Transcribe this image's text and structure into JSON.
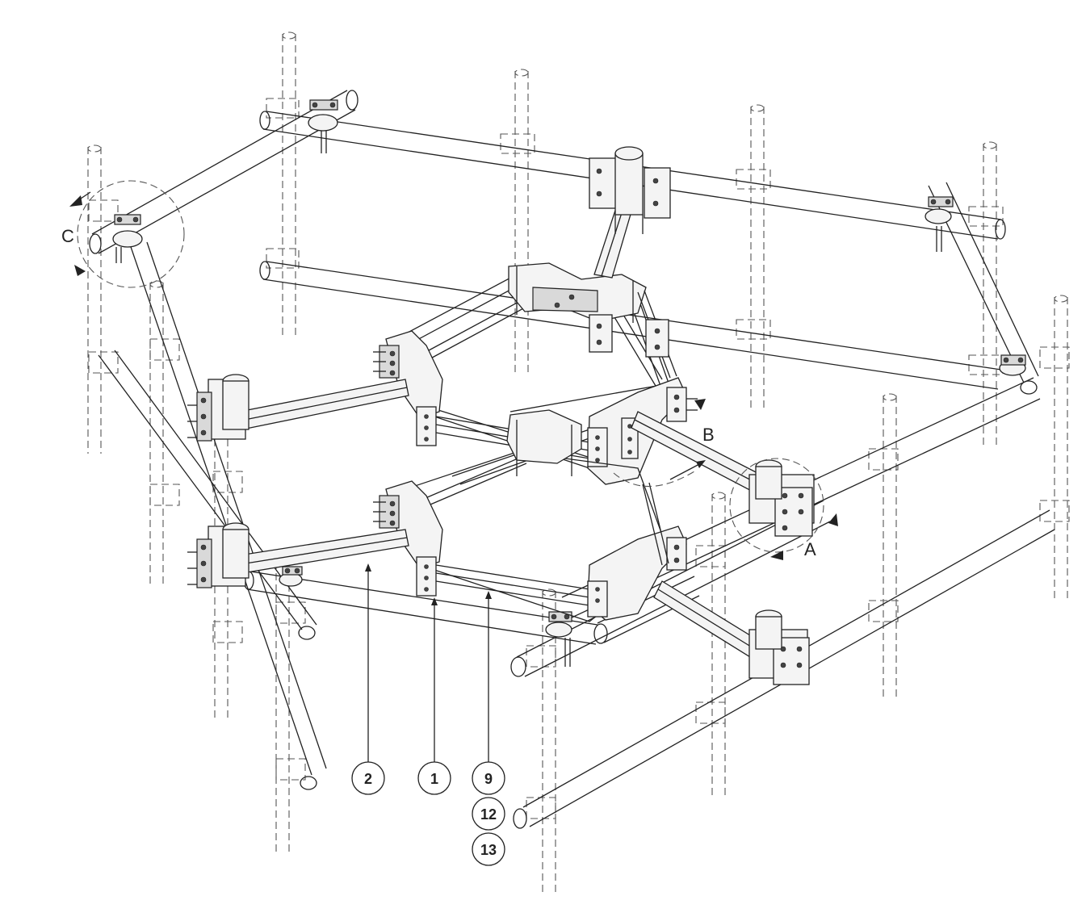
{
  "view_labels": {
    "a": "A",
    "b": "B",
    "c": "C"
  },
  "callouts": {
    "c2": "2",
    "c1": "1",
    "c9": "9",
    "c12": "12",
    "c13": "13"
  },
  "colors": {
    "line": "#222222",
    "dashed": "#555555",
    "background": "#ffffff"
  }
}
